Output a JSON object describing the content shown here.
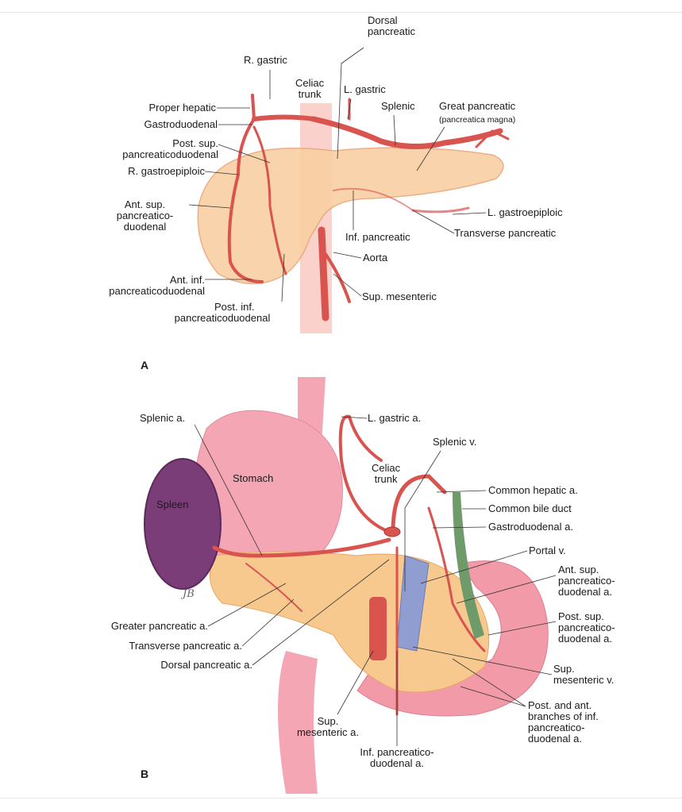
{
  "figure_a": {
    "panel_label": "A",
    "labels": {
      "r_gastric": "R. gastric",
      "dorsal_pancreatic": [
        "Dorsal",
        "pancreatic"
      ],
      "celiac_trunk": [
        "Celiac",
        "trunk"
      ],
      "l_gastric": "L. gastric",
      "splenic": "Splenic",
      "great_pancreatic": "Great pancreatic",
      "great_pancreatic_alt": "(pancreatica magna)",
      "proper_hepatic": "Proper hepatic",
      "gastroduodenal": "Gastroduodenal",
      "post_sup_pd": [
        "Post. sup.",
        "pancreaticoduodenal"
      ],
      "r_gastroepiploic": "R. gastroepiploic",
      "ant_sup_pd": [
        "Ant. sup.",
        "pancreatico-",
        "duodenal"
      ],
      "l_gastroepiploic": "L. gastroepiploic",
      "inf_pancreatic": "Inf. pancreatic",
      "transverse_pancreatic": "Transverse pancreatic",
      "aorta": "Aorta",
      "ant_inf_pd": [
        "Ant. inf.",
        "pancreaticoduodenal"
      ],
      "post_inf_pd": [
        "Post. inf.",
        "pancreaticoduodenal"
      ],
      "sup_mesenteric": "Sup. mesenteric"
    }
  },
  "figure_b": {
    "panel_label": "B",
    "signature": "JB",
    "labels": {
      "splenic_a": "Splenic a.",
      "l_gastric_a": "L. gastric a.",
      "splenic_v": "Splenic v.",
      "stomach": "Stomach",
      "celiac_trunk": [
        "Celiac",
        "trunk"
      ],
      "spleen": "Spleen",
      "common_hepatic_a": "Common hepatic a.",
      "common_bile_duct": "Common bile duct",
      "gastroduodenal_a": "Gastroduodenal a.",
      "portal_v": "Portal v.",
      "ant_sup_pd_a": [
        "Ant. sup.",
        "pancreatico-",
        "duodenal a."
      ],
      "post_sup_pd_a": [
        "Post. sup.",
        "pancreatico-",
        "duodenal a."
      ],
      "sup_mesenteric_v": [
        "Sup.",
        "mesenteric v."
      ],
      "post_ant_branches": [
        "Post. and ant.",
        "branches of inf.",
        "pancreatico-",
        "duodenal a."
      ],
      "greater_pancreatic_a": "Greater pancreatic a.",
      "transverse_pancreatic_a": "Transverse pancreatic a.",
      "dorsal_pancreatic_a": "Dorsal pancreatic a.",
      "sup_mesenteric_a": [
        "Sup.",
        "mesenteric a."
      ],
      "inf_pd_a": [
        "Inf. pancreatico-",
        "duodenal a."
      ]
    }
  },
  "colors": {
    "artery": "#e0645f",
    "pancreas": "#f8d2a8",
    "stomach": "#f5a6b4",
    "spleen": "#7a3d78",
    "vein": "#8f9dd0",
    "bile_duct": "#6f9a6a"
  }
}
